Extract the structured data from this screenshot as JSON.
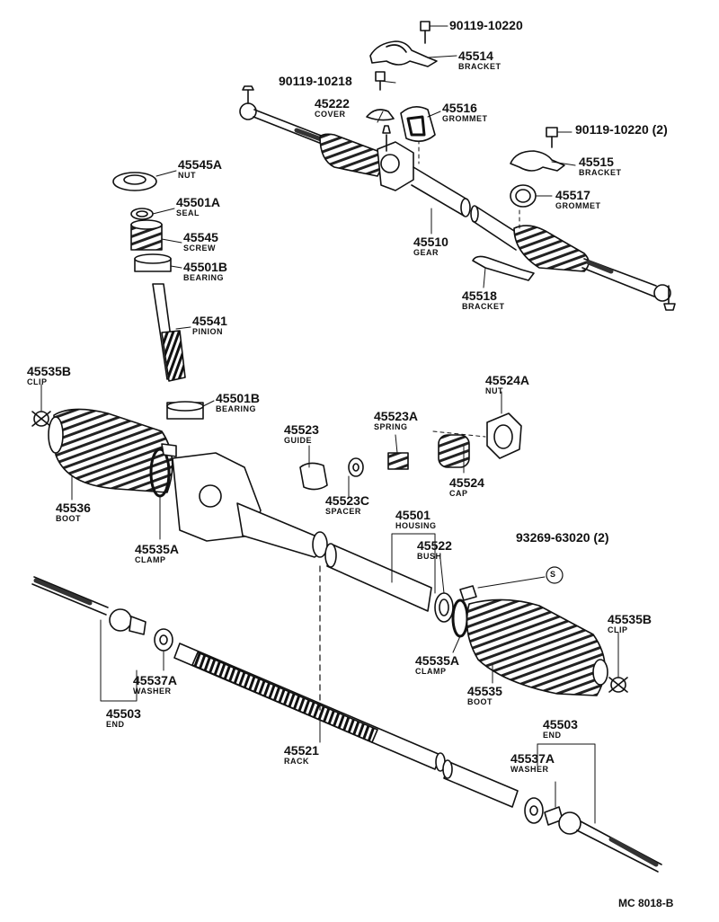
{
  "diagram_code": "MC 8018-B",
  "symbol_s": "S",
  "parts": {
    "p90119_10220_top": {
      "num": "90119-10220",
      "name": ""
    },
    "p45514": {
      "num": "45514",
      "name": "BRACKET"
    },
    "p90119_10218": {
      "num": "90119-10218",
      "name": ""
    },
    "p45222": {
      "num": "45222",
      "name": "COVER"
    },
    "p45516": {
      "num": "45516",
      "name": "GROMMET"
    },
    "p90119_10220_2": {
      "num": "90119-10220 (2)",
      "name": ""
    },
    "p45515": {
      "num": "45515",
      "name": "BRACKET"
    },
    "p45517": {
      "num": "45517",
      "name": "GROMMET"
    },
    "p45510": {
      "num": "45510",
      "name": "GEAR"
    },
    "p45518": {
      "num": "45518",
      "name": "BRACKET"
    },
    "p45545A": {
      "num": "45545A",
      "name": "NUT"
    },
    "p45501A": {
      "num": "45501A",
      "name": "SEAL"
    },
    "p45545": {
      "num": "45545",
      "name": "SCREW"
    },
    "p45501B_top": {
      "num": "45501B",
      "name": "BEARING"
    },
    "p45541": {
      "num": "45541",
      "name": "PINION"
    },
    "p45501B_bot": {
      "num": "45501B",
      "name": "BEARING"
    },
    "p45535B_left": {
      "num": "45535B",
      "name": "CLIP"
    },
    "p45524A": {
      "num": "45524A",
      "name": "NUT"
    },
    "p45523A": {
      "num": "45523A",
      "name": "SPRING"
    },
    "p45523": {
      "num": "45523",
      "name": "GUIDE"
    },
    "p45523C": {
      "num": "45523C",
      "name": "SPACER"
    },
    "p45524": {
      "num": "45524",
      "name": "CAP"
    },
    "p45536": {
      "num": "45536",
      "name": "BOOT"
    },
    "p45535A_left": {
      "num": "45535A",
      "name": "CLAMP"
    },
    "p45501": {
      "num": "45501",
      "name": "HOUSING"
    },
    "p93269": {
      "num": "93269-63020 (2)",
      "name": ""
    },
    "p45522": {
      "num": "45522",
      "name": "BUSH"
    },
    "p45535B_right": {
      "num": "45535B",
      "name": "CLIP"
    },
    "p45535A_right": {
      "num": "45535A",
      "name": "CLAMP"
    },
    "p45535": {
      "num": "45535",
      "name": "BOOT"
    },
    "p45537A_left": {
      "num": "45537A",
      "name": "WASHER"
    },
    "p45503_left": {
      "num": "45503",
      "name": "END"
    },
    "p45521": {
      "num": "45521",
      "name": "RACK"
    },
    "p45503_right": {
      "num": "45503",
      "name": "END"
    },
    "p45537A_right": {
      "num": "45537A",
      "name": "WASHER"
    }
  }
}
